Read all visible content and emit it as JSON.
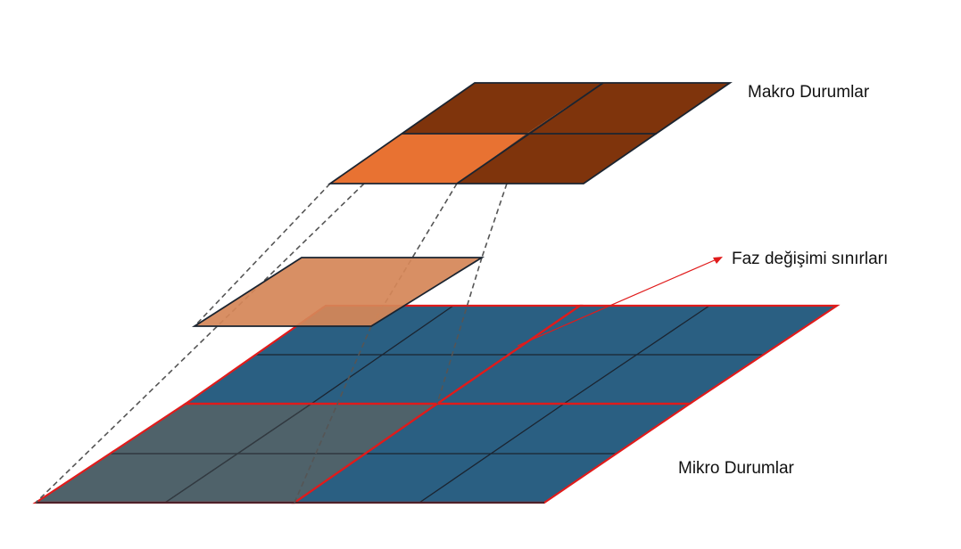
{
  "labels": {
    "macro_states": "Makro Durumlar",
    "phase_boundaries": "Faz değişimi sınırları",
    "micro_states": "Mikro Durumlar"
  },
  "colors": {
    "macro_dark": "#7f340c",
    "macro_highlight": "#e87232",
    "projected_cell": "#d58658",
    "micro_blue": "#2a5f82",
    "micro_gray": "#4f626a",
    "boundary_red": "#e01b1b",
    "outline": "#1b2430",
    "dashed_line": "#555555"
  }
}
